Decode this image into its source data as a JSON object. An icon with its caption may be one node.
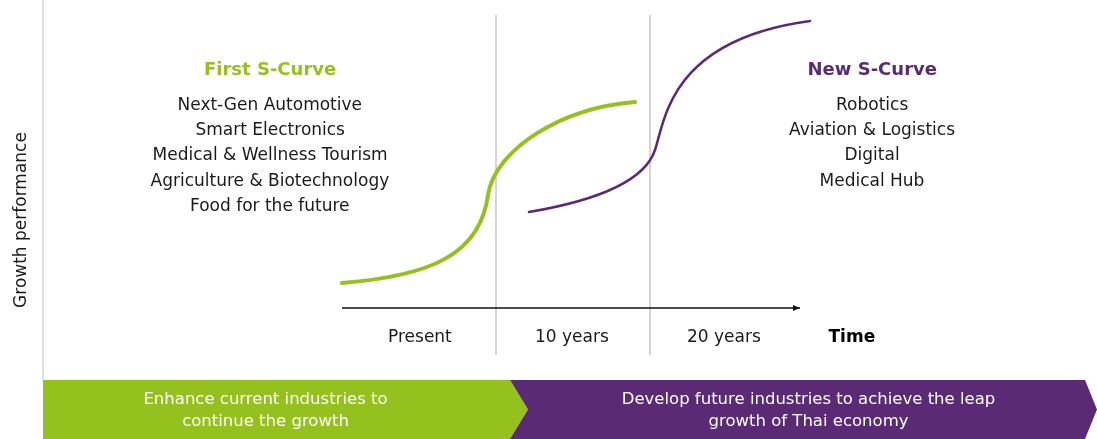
{
  "diagram": {
    "nodes": [
      {
        "text": [
          "Enhance current industries to continue the growth"
        ]
      },
      {
        "text": [
          "Develop future industries to achieve the leap growth of Thai economy"
        ]
      }
    ],
    "labels": [
      "First S-Curve",
      "Next-Gen Automotive",
      "Smart Electronics",
      "Medical & Wellness Tourism",
      "Agriculture & Biotechnology",
      "Food for the future",
      "New S-Curve",
      "Robotics",
      "Aviation & Logistics",
      "Digital",
      "Medical Hub",
      "Growth performance",
      "Present",
      "10 years",
      "20 years",
      "Time"
    ]
  }
}
